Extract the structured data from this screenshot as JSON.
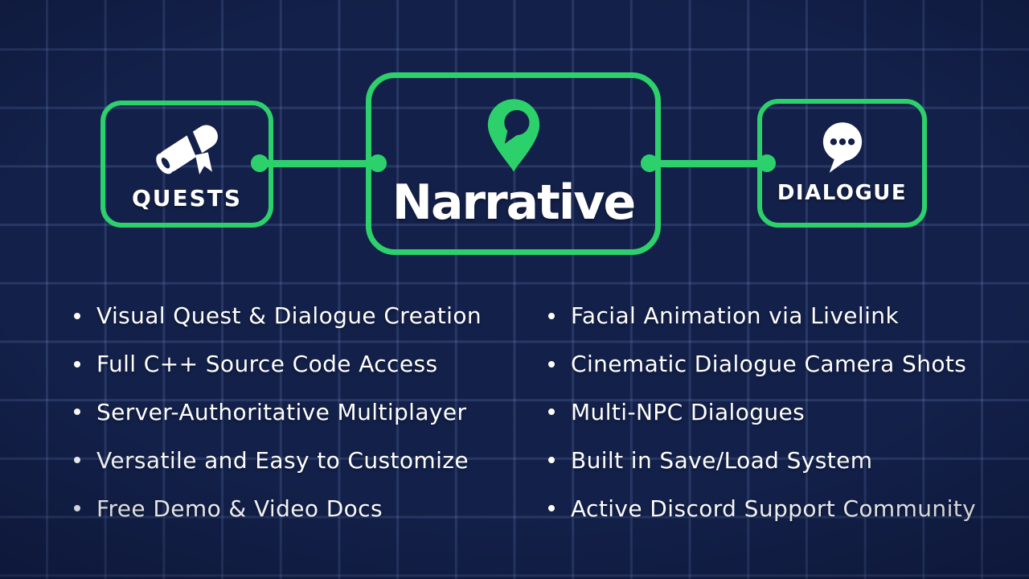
{
  "slide": {
    "accent_green": "#2DD16C",
    "background_navy": "#132049",
    "text_white": "#FFFFFF",
    "background_pattern": "square-grid"
  },
  "diagram": {
    "center_node": {
      "label": "Narrative",
      "icon": "map-pin-speech-icon"
    },
    "left_node": {
      "label": "QUESTS",
      "icon": "quest-scroll-icon"
    },
    "right_node": {
      "label": "DIALOGUE",
      "icon": "speech-bubble-icon"
    }
  },
  "features": {
    "left_column": [
      "Visual Quest & Dialogue Creation",
      "Full C++ Source Code Access",
      "Server-Authoritative Multiplayer",
      "Versatile and Easy to Customize",
      "Free Demo & Video Docs"
    ],
    "right_column": [
      "Facial Animation via Livelink",
      "Cinematic Dialogue Camera Shots",
      "Multi-NPC Dialogues",
      "Built in Save/Load System",
      "Active Discord Support Community"
    ]
  }
}
